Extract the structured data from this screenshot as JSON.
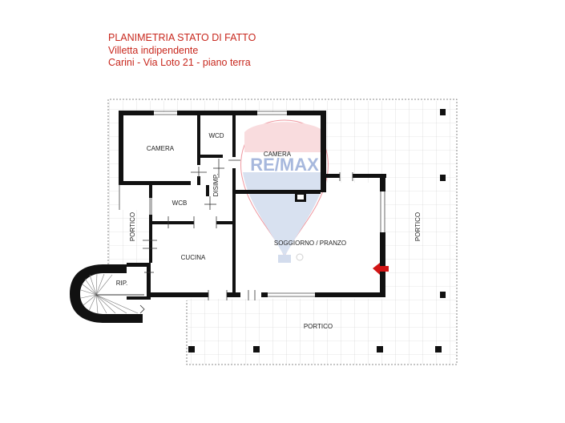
{
  "title": {
    "line1": "PLANIMETRIA STATO DI FATTO",
    "line2": "Villetta indipendente",
    "line3": "Carini - Via Loto 21 - piano terra"
  },
  "rooms": {
    "camera_left": "CAMERA",
    "wcd": "WCD",
    "camera_right": "CAMERA",
    "disimp": "DISIMP.",
    "wcb": "WCB",
    "portico_left": "PORTICO",
    "portico_right": "PORTICO",
    "soggiorno": "SOGGIORNO / PRANZO",
    "cucina": "CUCINA",
    "rip": "RIP.",
    "portico_bottom": "PORTICO"
  },
  "watermark": {
    "brand": "RE/MAX",
    "brand_color": "#dc1c2e",
    "secondary_color": "#003da5"
  },
  "colors": {
    "title": "#c8281e",
    "wall": "#111111",
    "entrance_arrow": "#d21414",
    "tile_grid": "#cfcfcf"
  },
  "icons": {
    "entrance": "entrance-arrow-icon",
    "fireplace": "fireplace-icon"
  }
}
